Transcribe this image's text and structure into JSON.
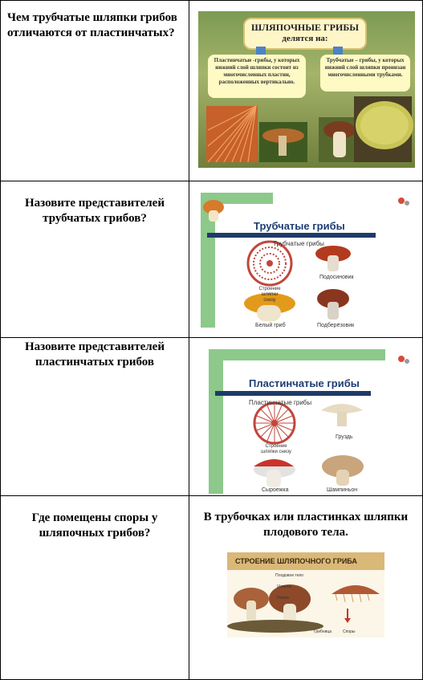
{
  "rows": [
    {
      "question": "Чем трубчатые шляпки грибов отличаются от пластинчатых?",
      "slide": {
        "title_line1": "ШЛЯПОЧНЫЕ ГРИБЫ",
        "title_line2": "делятся на:",
        "left_box": "Пластинчатые -грибы, у которых нижний слой шляпки состоит из многочисленных пластин, расположенных вертикально.",
        "right_box": "Трубчатые – грибы, у которых нижний слой шляпки пронизан многочисленными трубками."
      }
    },
    {
      "question": "Назовите представителей трубчатых грибов?",
      "slide": {
        "title": "Трубчатые грибы",
        "subtitle": "Трубчатые грибы",
        "items": [
          "Строение шляпки снизу",
          "Подосиновик",
          "Белый гриб",
          "Подберёзовик"
        ]
      }
    },
    {
      "question": "Назовите представителей пластинчатых грибов",
      "slide": {
        "title": "Пластинчатые грибы",
        "subtitle": "Пластинчатые грибы",
        "items": [
          "Строение шляпки снизу",
          "Груздь",
          "Сыроежка",
          "Шампиньон"
        ]
      }
    },
    {
      "question": "Где помещены споры у шляпочных грибов?",
      "answer": "В трубочках или пластинках шляпки плодового тела.",
      "slide": {
        "title": "СТРОЕНИЕ ШЛЯПОЧНОГО ГРИБА",
        "labels": [
          "Плодовое тело",
          "Шляпка",
          "Ножка",
          "Грибница",
          "Споры"
        ]
      }
    }
  ]
}
